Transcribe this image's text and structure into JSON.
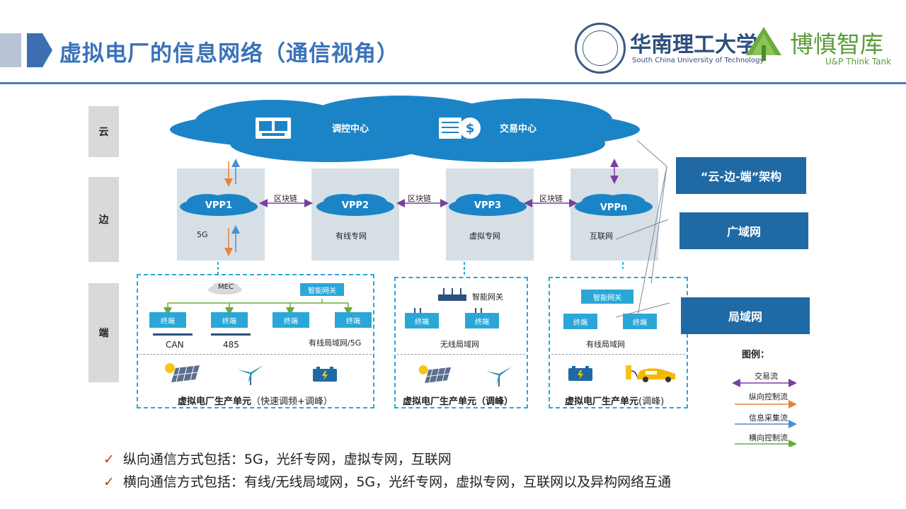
{
  "header": {
    "title": "虚拟电厂的信息网络（通信视角）",
    "university_cn": "华南理工大学",
    "university_en": "South China University of Technology",
    "think_tank_cn": "博慎智库",
    "think_tank_en": "U&P Think Tank"
  },
  "rows": {
    "cloud": "云",
    "edge": "边",
    "end": "端"
  },
  "cloud": {
    "dispatch": "调控中心",
    "trading": "交易中心"
  },
  "vpps": [
    {
      "name": "VPP1",
      "net": "5G"
    },
    {
      "name": "VPP2",
      "net": "有线专网"
    },
    {
      "name": "VPP3",
      "net": "虚拟专网"
    },
    {
      "name": "VPPn",
      "net": "互联网"
    }
  ],
  "blockchain": "区块链",
  "groups": [
    {
      "mec": "MEC",
      "gateway": "智能网关",
      "terminal": "终端",
      "bus1": "CAN",
      "bus2": "485",
      "net": "有线局域网/5G",
      "unit_bold": "虚拟电厂生产单元",
      "unit_rest": "（快速调频+调峰）"
    },
    {
      "gateway": "智能网关",
      "terminal": "终端",
      "net": "无线局域网",
      "unit_bold": "虚拟电厂生产单元（调峰）"
    },
    {
      "gateway": "智能网关",
      "terminal": "终端",
      "net": "有线局域网",
      "unit_bold": "虚拟电厂生产单元",
      "unit_rest": "(调峰)"
    }
  ],
  "arch": {
    "cloud_edge_end": "“云-边-端”架构",
    "wan": "广域网",
    "lan": "局域网"
  },
  "legend": {
    "title": "图例：",
    "items": [
      {
        "label": "交易流",
        "color": "#7b3fa0"
      },
      {
        "label": "纵向控制流",
        "color": "#e8813a"
      },
      {
        "label": "信息采集流",
        "color": "#4a8fd0"
      },
      {
        "label": "横向控制流",
        "color": "#6aac3a"
      }
    ]
  },
  "bullets": [
    "纵向通信方式包括：5G，光纤专网，虚拟专网，互联网",
    "横向通信方式包括：有线/无线局域网，5G，光纤专网，虚拟专网，互联网以及异构网络互通"
  ],
  "colors": {
    "accent": "#3a72b9",
    "cloud": "#1b84c7",
    "term": "#2aa7d8",
    "box": "#1f6aa5"
  }
}
